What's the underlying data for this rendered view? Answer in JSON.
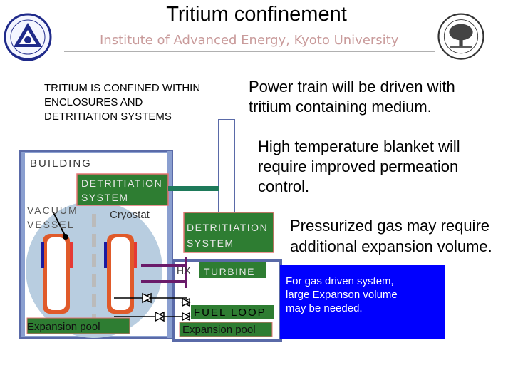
{
  "header": {
    "title": "Tritium confinement",
    "subtitle": "Institute of Advanced Energy, Kyoto University"
  },
  "statements": {
    "confinement": [
      "TRITIUM IS CONFINED WITHIN",
      "ENCLOSURES AND",
      "DETRITIATION SYSTEMS"
    ],
    "power_train": [
      "Power train will be driven with",
      "tritium containing medium."
    ],
    "blanket": [
      "High temperature blanket will",
      "require improved permeation",
      "control."
    ],
    "pressurized": [
      "Pressurized gas may require",
      "additional expansion volume."
    ],
    "note": [
      "For gas driven system,",
      "large Expanson volume",
      "may be needed."
    ]
  },
  "diagram": {
    "building": "BUILDING",
    "detritiation_1": [
      "DETRITIATION",
      "SYSTEM"
    ],
    "vacuum_vessel": [
      "VACUUM",
      "VESSEL"
    ],
    "cryostat": "Cryostat",
    "detritiation_2": [
      "DETRITIATION",
      "SYSTEM"
    ],
    "hx": "HX",
    "turbine": "TURBINE",
    "fuel_loop": "FUEL LOOP",
    "expansion_pool_1": "Expansion pool",
    "expansion_pool_2": "Expansion pool"
  },
  "colors": {
    "detritiation_fill": "#2e7d32",
    "building_fill": "#8a9fd0",
    "building_border": "#5a6aa8",
    "vessel_fill": "#b8cde0",
    "note_fill": "#0000ff",
    "pipe_green": "#1e7a5a",
    "pipe_purple": "#6a1b6a",
    "coil_red": "#e53935",
    "coil_blue": "#1a1aa0",
    "subtitle_color": "#c99b9b"
  },
  "logos": [
    "institute-logo",
    "university-logo"
  ]
}
